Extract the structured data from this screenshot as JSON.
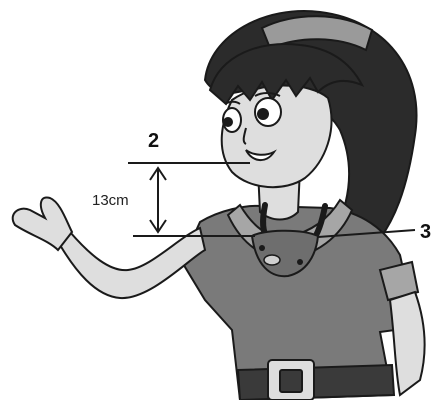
{
  "diagram": {
    "callout_mouth": "2",
    "callout_device": "3",
    "distance_label": "13cm"
  },
  "colors": {
    "hair": "#2b2b2b",
    "skin": "#dedede",
    "shirt": "#7a7a7a",
    "collar": "#a6a6a6",
    "belt": "#3a3a3a",
    "headband": "#9a9a9a",
    "outline": "#1a1a1a",
    "device": "#6e6e6e"
  }
}
